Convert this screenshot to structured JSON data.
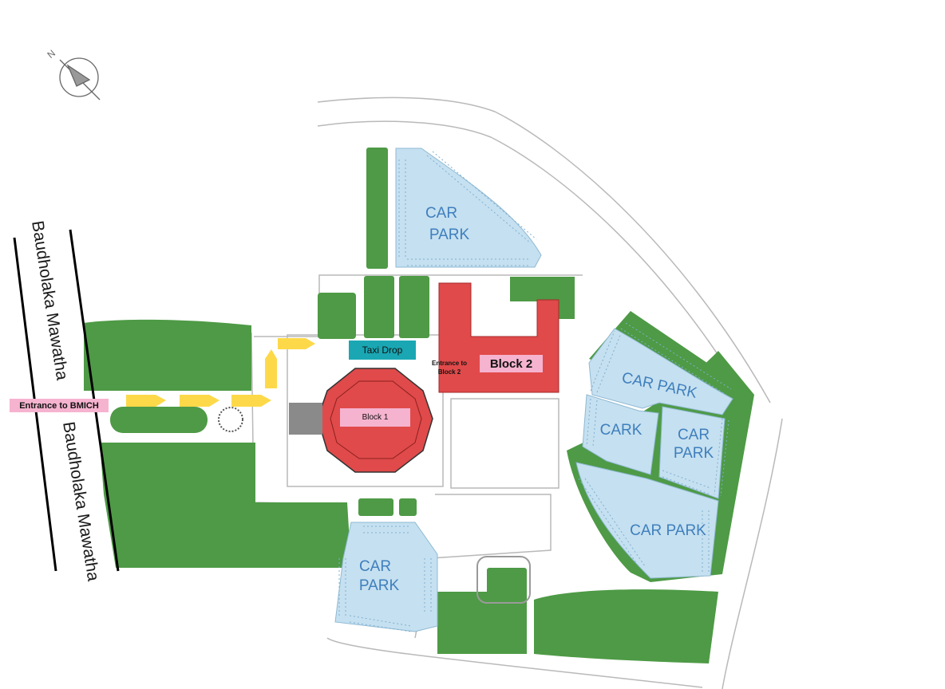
{
  "labels": {
    "road_name": "Baudholaka Mawatha",
    "entrance_bmich": "Entrance to BMICH",
    "taxi_drop": "Taxi Drop",
    "entrance_block2": "Entrance to Block 2",
    "block1": "Block 1",
    "block2": "Block 2",
    "north": "N"
  },
  "car_parks": {
    "north": [
      "CAR",
      "PARK"
    ],
    "east_top": "CAR PARK",
    "east_left": "CARK",
    "east_right": [
      "CAR",
      "PARK"
    ],
    "east_bottom": "CAR PARK",
    "south": [
      "CAR",
      "PARK"
    ]
  },
  "colors": {
    "green": "#4e9a46",
    "building_red": "#e04a4a",
    "car_park_blue": "#c5e0f0",
    "label_blue": "#3f7fbd",
    "taxi_teal": "#1aa7b3",
    "label_pink": "#f6b3cf",
    "arrow_yellow": "#fdd94a"
  },
  "icons": [
    "compass-icon",
    "direction-arrow-icon"
  ]
}
